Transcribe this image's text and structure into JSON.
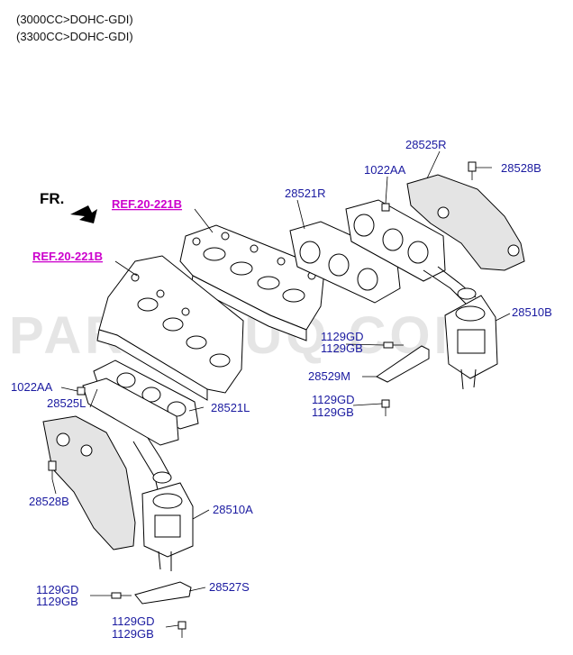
{
  "header": {
    "line1": "(3000CC>DOHC-GDI)",
    "line2": "(3300CC>DOHC-GDI)"
  },
  "direction": {
    "label": "FR."
  },
  "watermark": "PARTSOUQ.COM",
  "refs": {
    "upper": "REF.20-221B",
    "lower": "REF.20-221B"
  },
  "parts": {
    "p28525R": "28525R",
    "p1022AA_r": "1022AA",
    "p28528B_r": "28528B",
    "p28521R": "28521R",
    "p28510B": "28510B",
    "p1129GD_r1": "1129GD",
    "p1129GB_r1": "1129GB",
    "p28529M": "28529M",
    "p1129GD_r2": "1129GD",
    "p1129GB_r2": "1129GB",
    "p1022AA_l": "1022AA",
    "p28525L": "28525L",
    "p28521L": "28521L",
    "p28528B_l": "28528B",
    "p28510A": "28510A",
    "p1129GD_l1": "1129GD",
    "p1129GB_l1": "1129GB",
    "p28527S": "28527S",
    "p1129GD_l2": "1129GD",
    "p1129GB_l2": "1129GB"
  }
}
